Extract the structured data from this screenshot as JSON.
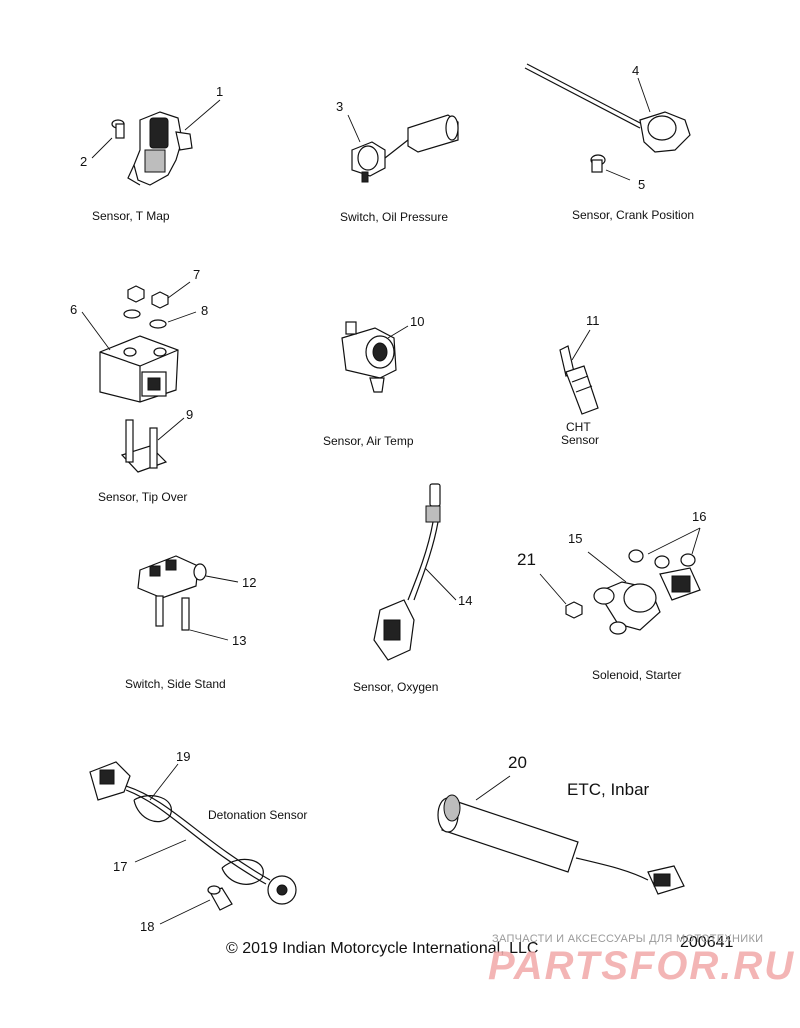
{
  "parts": [
    {
      "num": "1",
      "label": "Sensor, T Map"
    },
    {
      "num": "2"
    },
    {
      "num": "3",
      "label": "Switch, Oil Pressure"
    },
    {
      "num": "4",
      "label": "Sensor, Crank Position"
    },
    {
      "num": "5"
    },
    {
      "num": "6",
      "label": "Sensor, Tip Over"
    },
    {
      "num": "7"
    },
    {
      "num": "8"
    },
    {
      "num": "9"
    },
    {
      "num": "10",
      "label": "Sensor, Air Temp"
    },
    {
      "num": "11",
      "label_line1": "CHT",
      "label_line2": "Sensor"
    },
    {
      "num": "12",
      "label": "Switch, Side Stand"
    },
    {
      "num": "13"
    },
    {
      "num": "14",
      "label": "Sensor, Oxygen"
    },
    {
      "num": "15",
      "label": "Solenoid, Starter"
    },
    {
      "num": "16"
    },
    {
      "num": "17",
      "label": "Detonation Sensor"
    },
    {
      "num": "18"
    },
    {
      "num": "19"
    },
    {
      "num": "20",
      "label": "ETC, Inbar"
    },
    {
      "num": "21"
    }
  ],
  "footer": {
    "copyright": "© 2019 Indian Motorcycle International, LLC",
    "diagram_id": "200641"
  },
  "watermark": {
    "tagline": "ЗАПЧАСТИ И АКСЕССУАРЫ ДЛЯ МОТОТЕХНИКИ",
    "logo": "PARTSFOR.RU"
  }
}
